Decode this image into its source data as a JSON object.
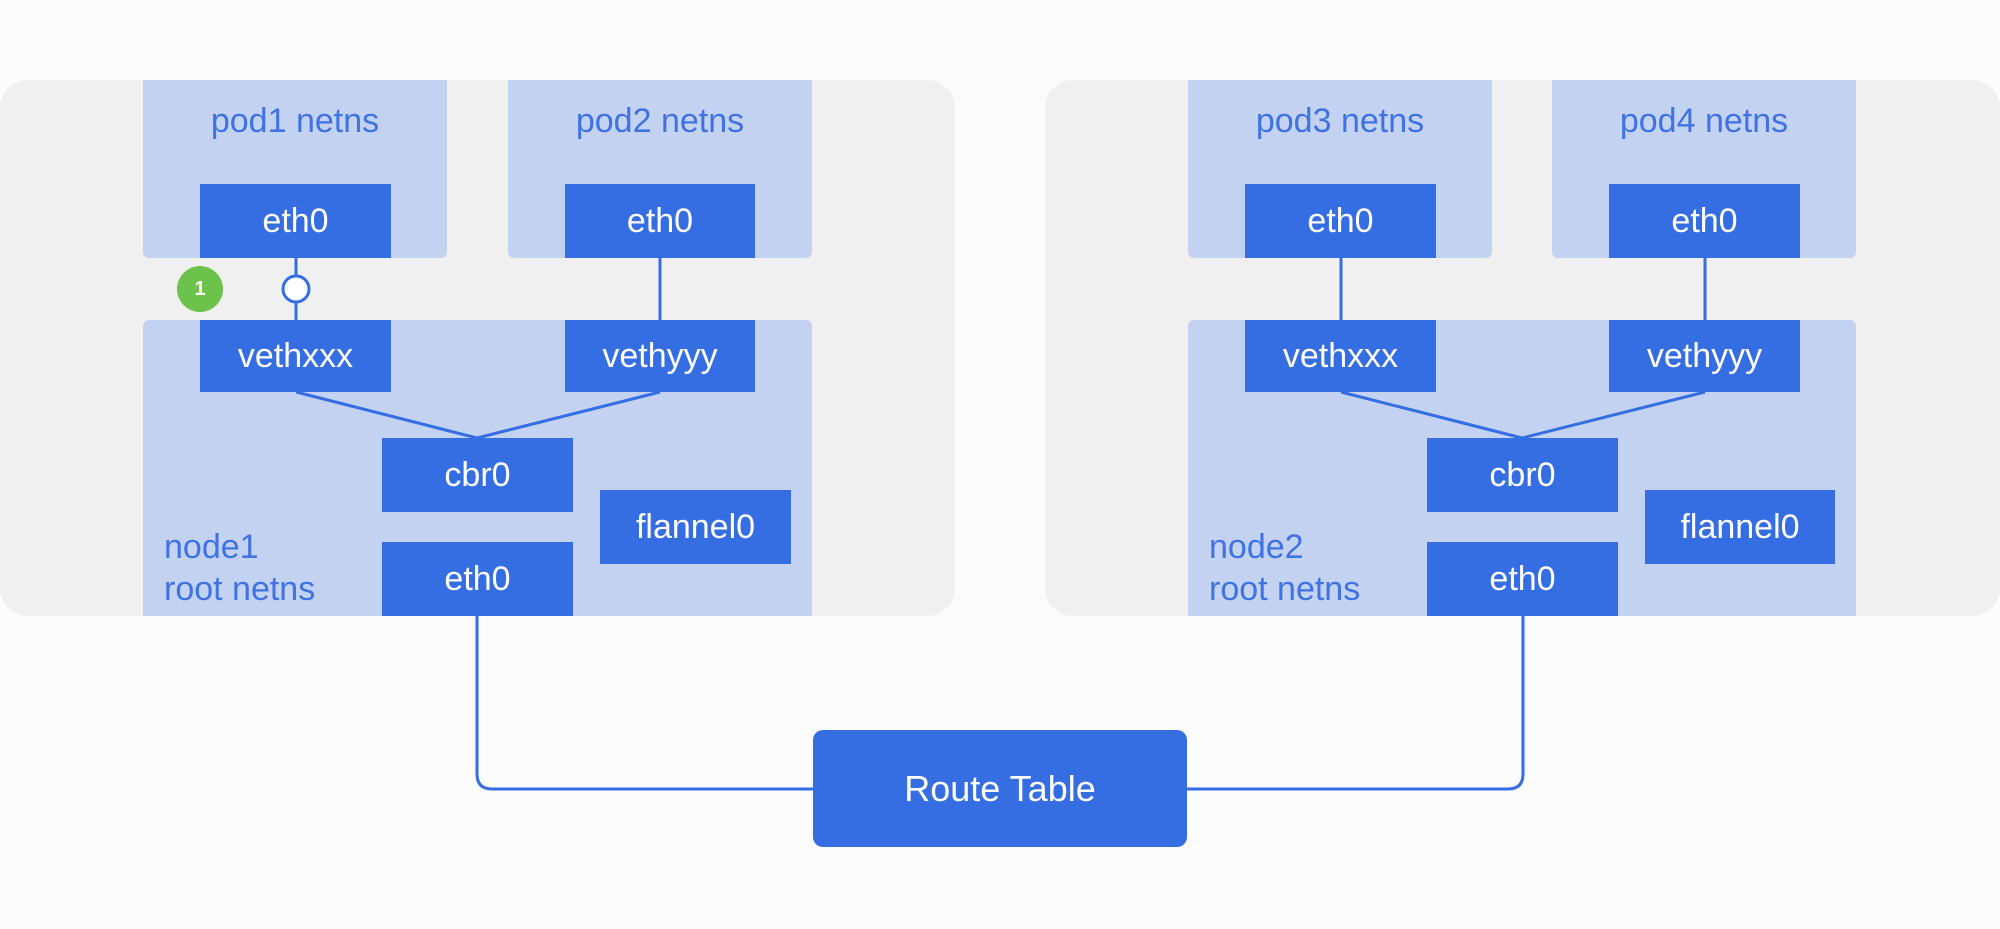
{
  "nodes": [
    {
      "pods": [
        {
          "label": "pod1 netns",
          "iface": "eth0"
        },
        {
          "label": "pod2 netns",
          "iface": "eth0"
        }
      ],
      "root": {
        "label_line1": "node1",
        "label_line2": "root netns",
        "veths": [
          "vethxxx",
          "vethyyy"
        ],
        "bridge": "cbr0",
        "overlay": "flannel0",
        "eth": "eth0"
      }
    },
    {
      "pods": [
        {
          "label": "pod3 netns",
          "iface": "eth0"
        },
        {
          "label": "pod4 netns",
          "iface": "eth0"
        }
      ],
      "root": {
        "label_line1": "node2",
        "label_line2": "root netns",
        "veths": [
          "vethxxx",
          "vethyyy"
        ],
        "bridge": "cbr0",
        "overlay": "flannel0",
        "eth": "eth0"
      }
    }
  ],
  "route_table": {
    "label": "Route Table"
  },
  "step_badge": {
    "text": "1"
  },
  "colors": {
    "device_blue": "#356de3",
    "namespace_light_blue": "#c3d2f0",
    "panel_gray": "#f0f0f0",
    "label_blue": "#3f73e3",
    "badge_green": "#6cc24a"
  }
}
